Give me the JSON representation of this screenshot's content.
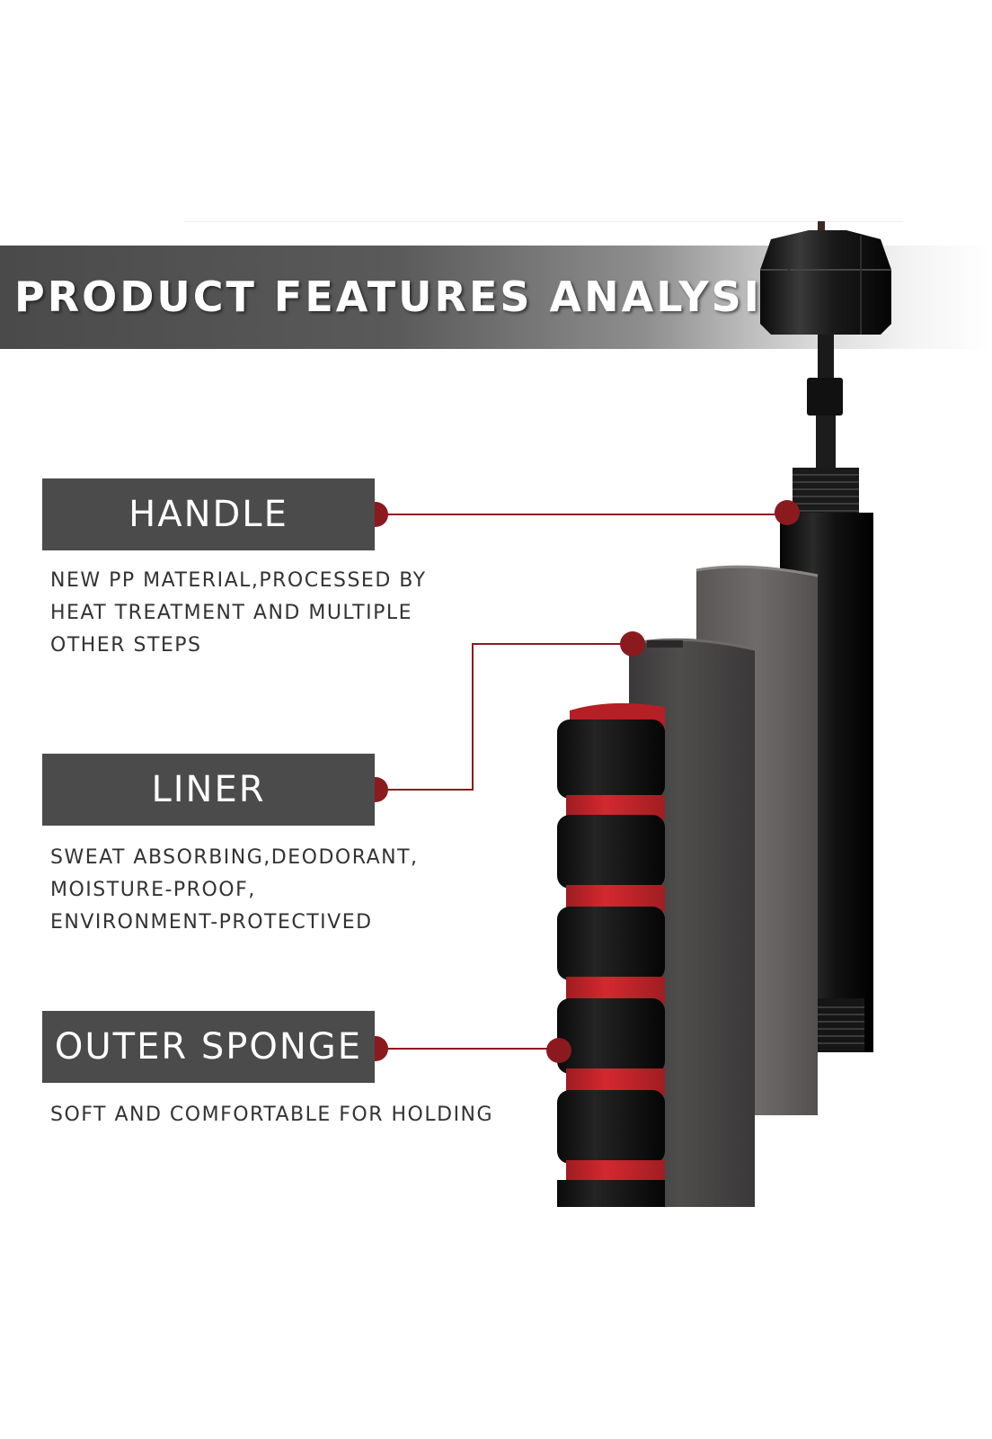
{
  "banner": {
    "title": "PRODUCT FEATURES ANALYSIS"
  },
  "features": [
    {
      "label": "HANDLE",
      "description": [
        "NEW PP MATERIAL,PROCESSED BY",
        "HEAT TREATMENT AND MULTIPLE",
        "OTHER STEPS"
      ]
    },
    {
      "label": "LINER",
      "description": [
        "SWEAT ABSORBING,DEODORANT,",
        "MOISTURE-PROOF,",
        "ENVIRONMENT-PROTECTIVED"
      ]
    },
    {
      "label": "OUTER SPONGE",
      "description": [
        "SOFT AND COMFORTABLE FOR HOLDING"
      ]
    }
  ],
  "colors": {
    "label_bg": "#4b4b4b",
    "accent_red": "#8b1a1f",
    "sponge_red": "#c8252b",
    "handle_black": "#151515",
    "liner_gray": "#6a6666"
  }
}
